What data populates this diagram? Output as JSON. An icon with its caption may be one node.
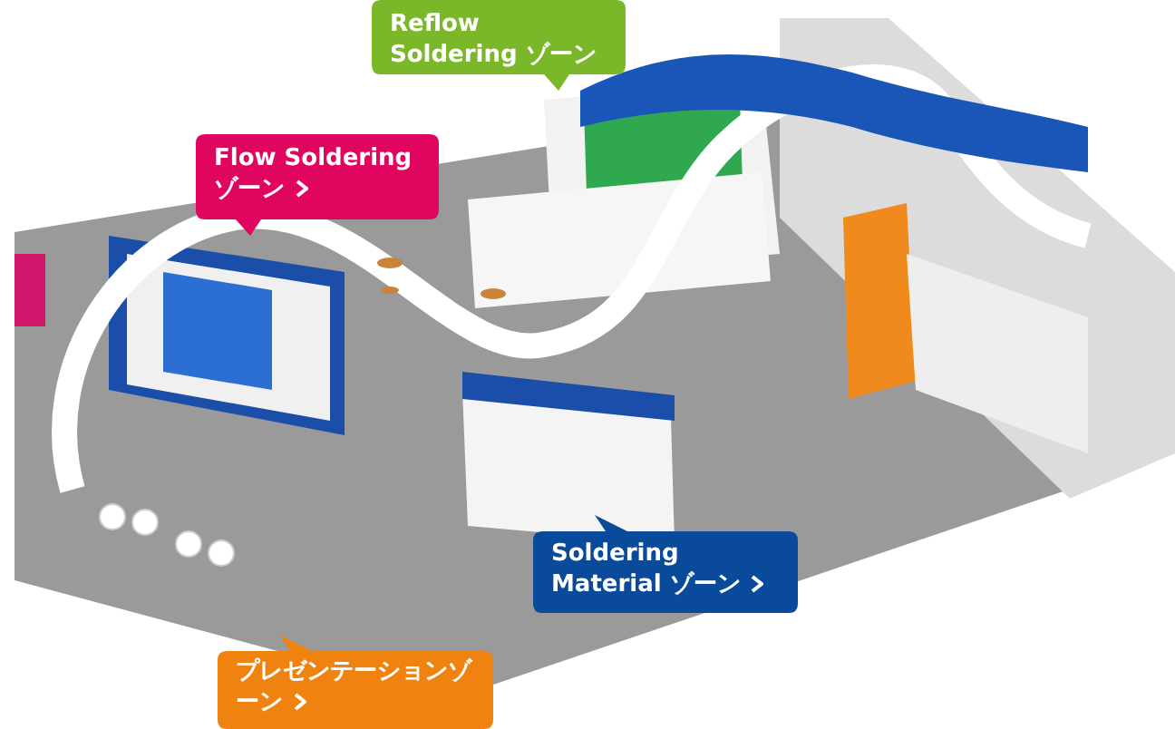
{
  "diagram": {
    "nodes": [
      {
        "text": [
          "Reflow Soldering ゾーン"
        ]
      },
      {
        "text": [
          "Flow Soldering ゾーン"
        ]
      },
      {
        "text": [
          "Soldering Material ゾーン"
        ]
      },
      {
        "text": [
          "プレゼンテーションゾーン"
        ]
      }
    ]
  }
}
